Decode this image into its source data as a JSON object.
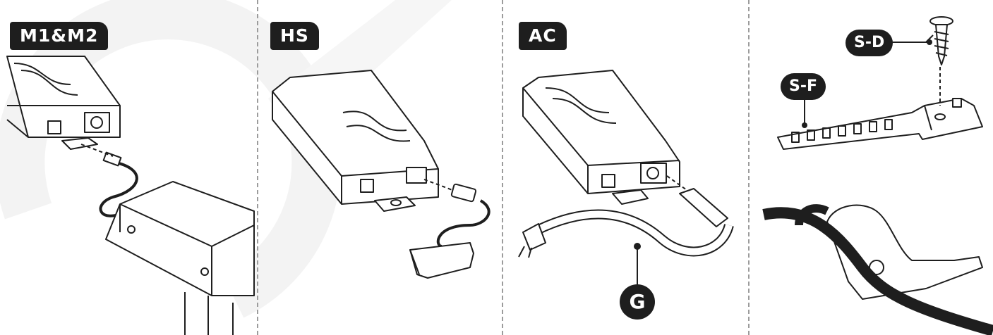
{
  "panels": {
    "p1": {
      "tag": "M1&M2"
    },
    "p2": {
      "tag": "HS"
    },
    "p3": {
      "tag": "AC",
      "callout": "G"
    },
    "p4": {
      "callout_screw": "S-D",
      "callout_strap": "S-F"
    }
  },
  "colors": {
    "tag_bg": "#1e1e1e",
    "divider": "#9c9c9c",
    "watermark": "#f2f2f2",
    "stroke": "#1e1e1e"
  },
  "icons": [
    "control-box-icon",
    "power-plug-icon",
    "handset-icon",
    "screw-icon",
    "cable-strap-icon",
    "desk-leg-icon"
  ]
}
